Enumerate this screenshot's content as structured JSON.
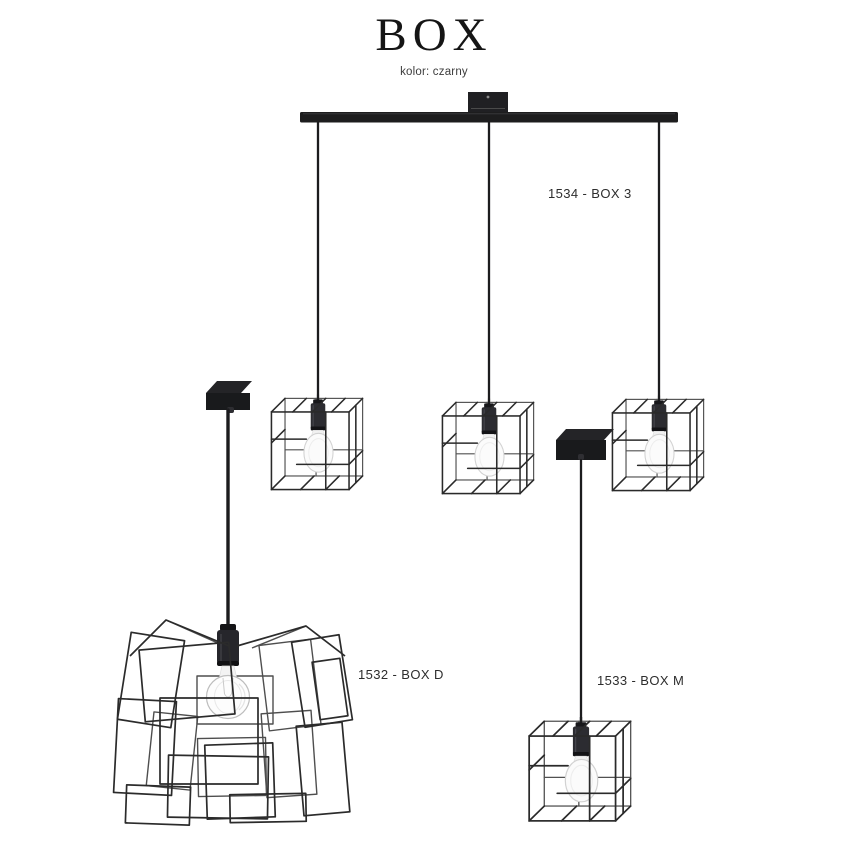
{
  "header": {
    "title": "BOX",
    "subtitle": "kolor: czarny"
  },
  "products": {
    "box3": {
      "label": "1534 - BOX 3"
    },
    "boxd": {
      "label": "1532 - BOX D"
    },
    "boxm": {
      "label": "1533 - BOX M"
    }
  },
  "colors": {
    "background": "#ffffff",
    "fixture_black": "#1d1d1e",
    "wire_dark": "#2a2a2a",
    "wire_light": "#4e4e4e",
    "bulb_frosted_fill": "#fbfbfb",
    "bulb_outline": "#d2d2d2",
    "clear_bulb_outline": "#bdbdbd",
    "text": "#2d2d2d"
  }
}
